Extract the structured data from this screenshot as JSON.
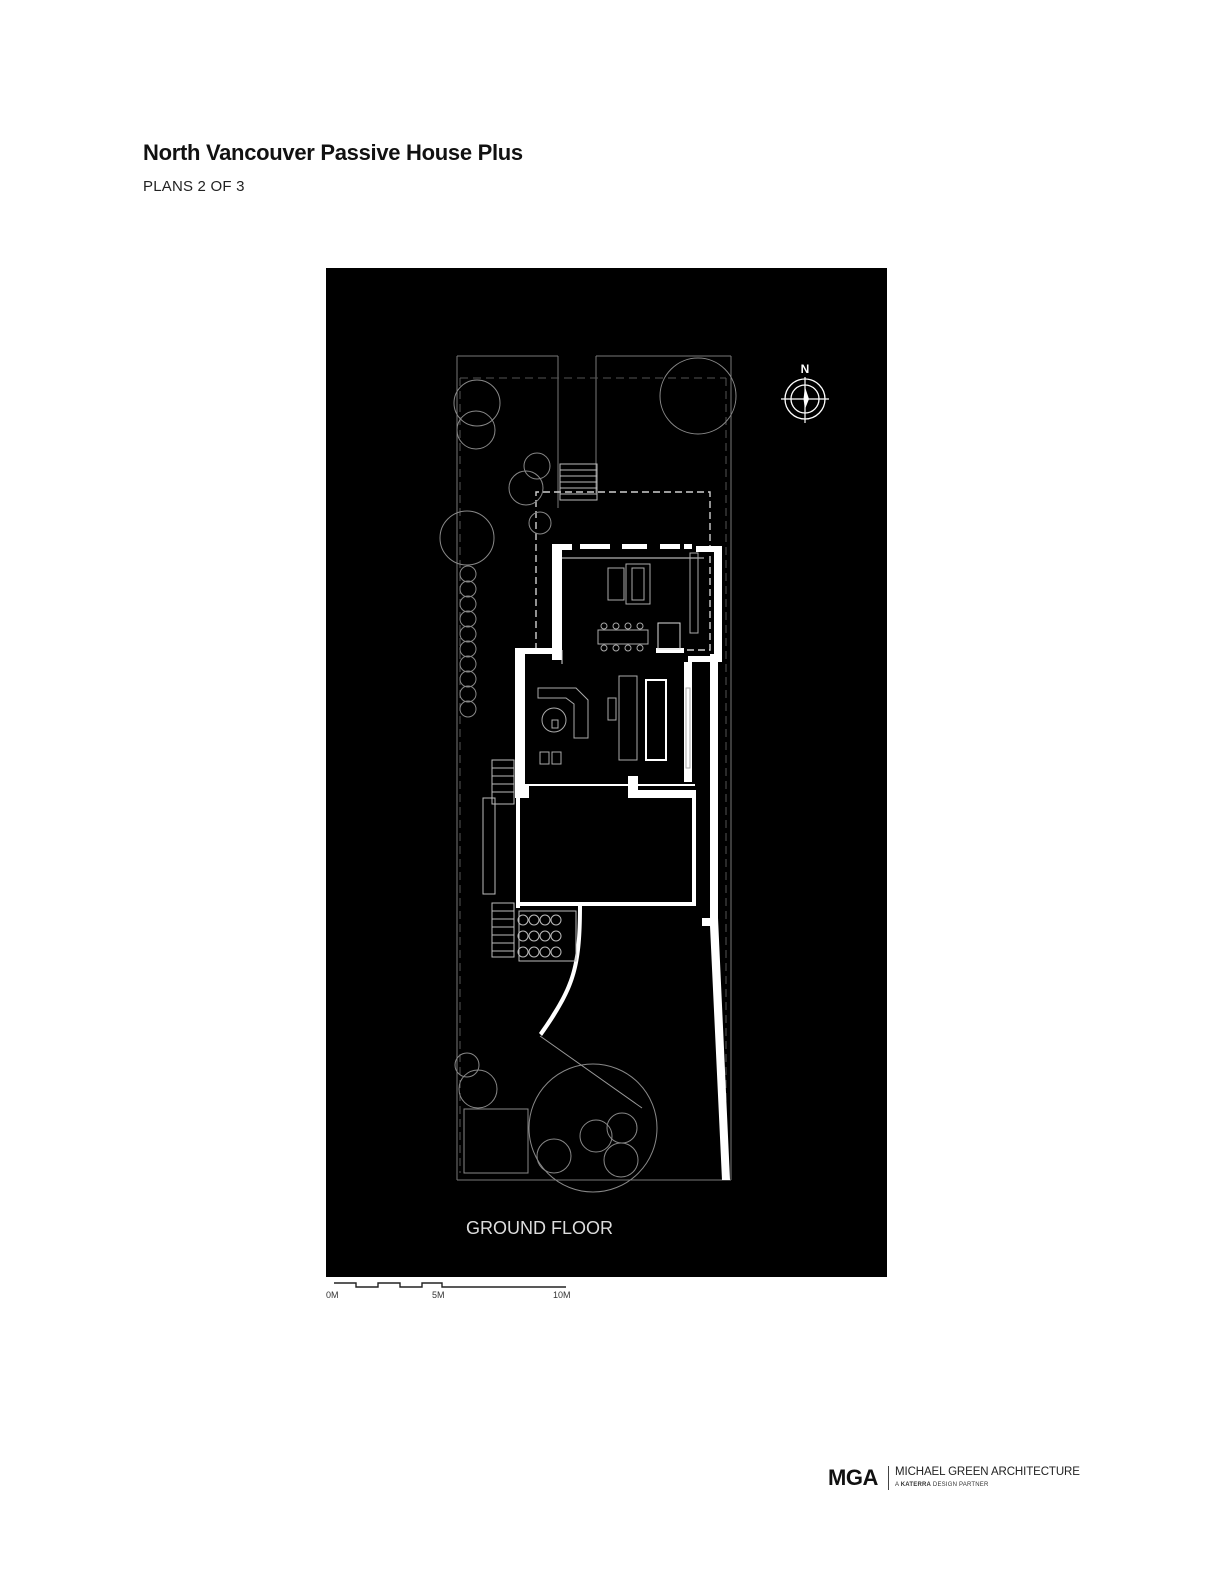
{
  "header": {
    "title": "North Vancouver Passive House Plus",
    "subtitle": "PLANS 2 OF 3"
  },
  "plan": {
    "floor_label": "GROUND FLOOR",
    "north_label": "N",
    "background_color": "#000000",
    "line_color": "#ffffff"
  },
  "scale_bar": {
    "labels": [
      "0M",
      "5M",
      "10M"
    ]
  },
  "footer": {
    "logo_mark": "MGA",
    "firm_name": "MICHAEL GREEN ARCHITECTURE",
    "tagline_prefix": "A",
    "tagline_brand": "KATERRA",
    "tagline_suffix": "DESIGN PARTNER"
  }
}
